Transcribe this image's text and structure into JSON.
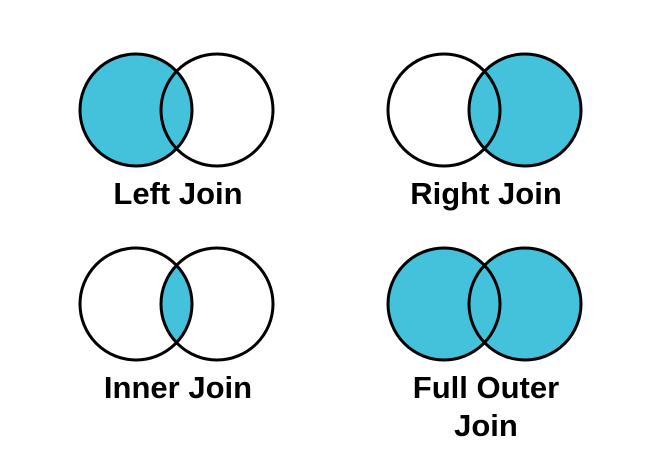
{
  "colors": {
    "highlight": "#44C2DB",
    "unfilled": "#ffffff",
    "outline": "#000000",
    "text": "#000000",
    "background": "#ffffff"
  },
  "diagrams": [
    {
      "id": "left-join",
      "label": "Left Join",
      "fills": {
        "left": "#44C2DB",
        "right": "#ffffff",
        "intersection": "#44C2DB"
      }
    },
    {
      "id": "right-join",
      "label": "Right Join",
      "fills": {
        "left": "#ffffff",
        "right": "#44C2DB",
        "intersection": "#44C2DB"
      }
    },
    {
      "id": "inner-join",
      "label": "Inner Join",
      "fills": {
        "left": "#ffffff",
        "right": "#ffffff",
        "intersection": "#44C2DB"
      }
    },
    {
      "id": "full-outer-join",
      "label": "Full Outer Join",
      "fills": {
        "left": "#44C2DB",
        "right": "#44C2DB",
        "intersection": "#44C2DB"
      }
    }
  ]
}
